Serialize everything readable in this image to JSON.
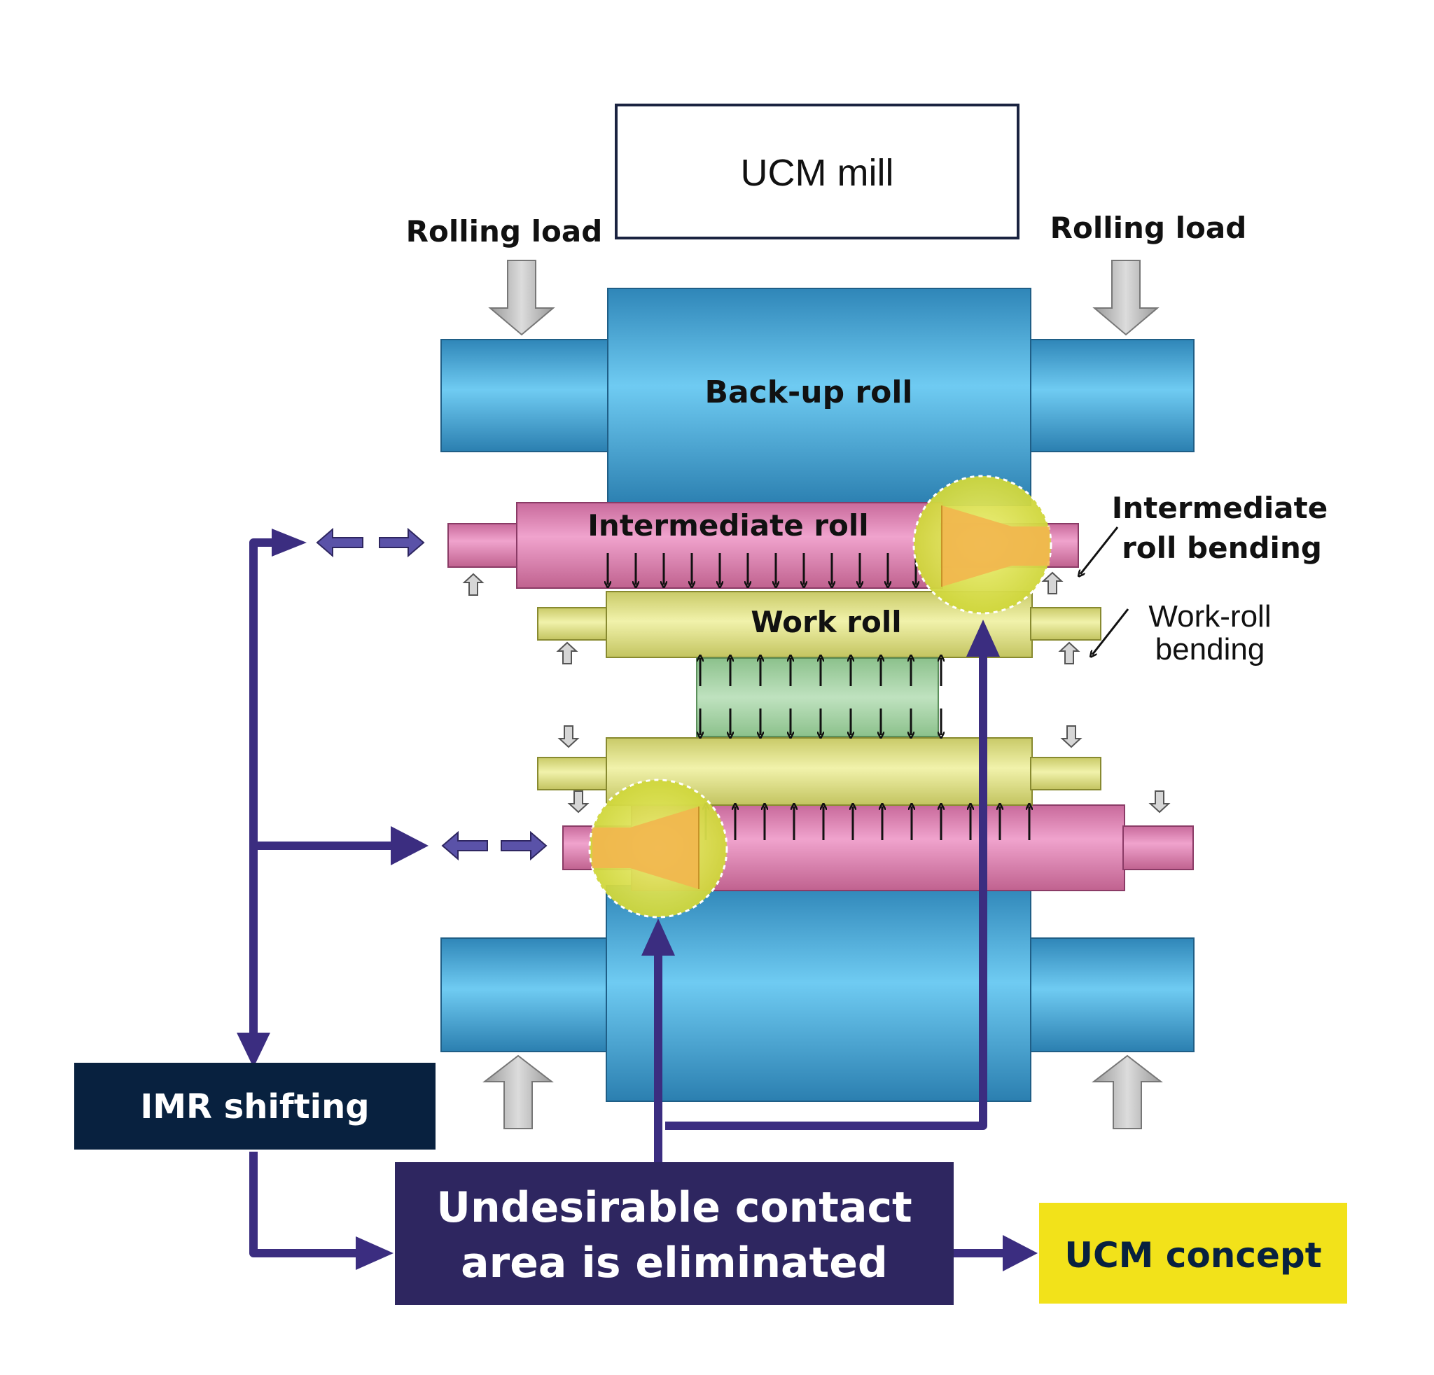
{
  "title_box": {
    "text": "UCM mill"
  },
  "labels": {
    "rolling_load_left": "Rolling load",
    "rolling_load_right": "Rolling load",
    "backup_roll": "Back-up roll",
    "intermediate_roll": "Intermediate roll",
    "work_roll": "Work roll",
    "intermediate_roll_bending_line1": "Intermediate",
    "intermediate_roll_bending_line2": "roll bending",
    "work_roll_bending_line1": "Work-roll",
    "work_roll_bending_line2": "bending"
  },
  "boxes": {
    "imr_shifting": "IMR shifting",
    "undesirable_line1": "Undesirable contact",
    "undesirable_line2": "area is eliminated",
    "ucm_concept": "UCM concept"
  },
  "colors": {
    "navy": "#08213f",
    "purple": "#2e2660",
    "arrow_purple": "#3b2d80",
    "yellow_box": "#f2e21a",
    "backup_blue": "#5cc0e8",
    "intermediate_pink": "#e98bbb",
    "work_yellow": "#e6e895",
    "strip_green": "#a8d4a8",
    "highlight": "#e8e65a"
  }
}
